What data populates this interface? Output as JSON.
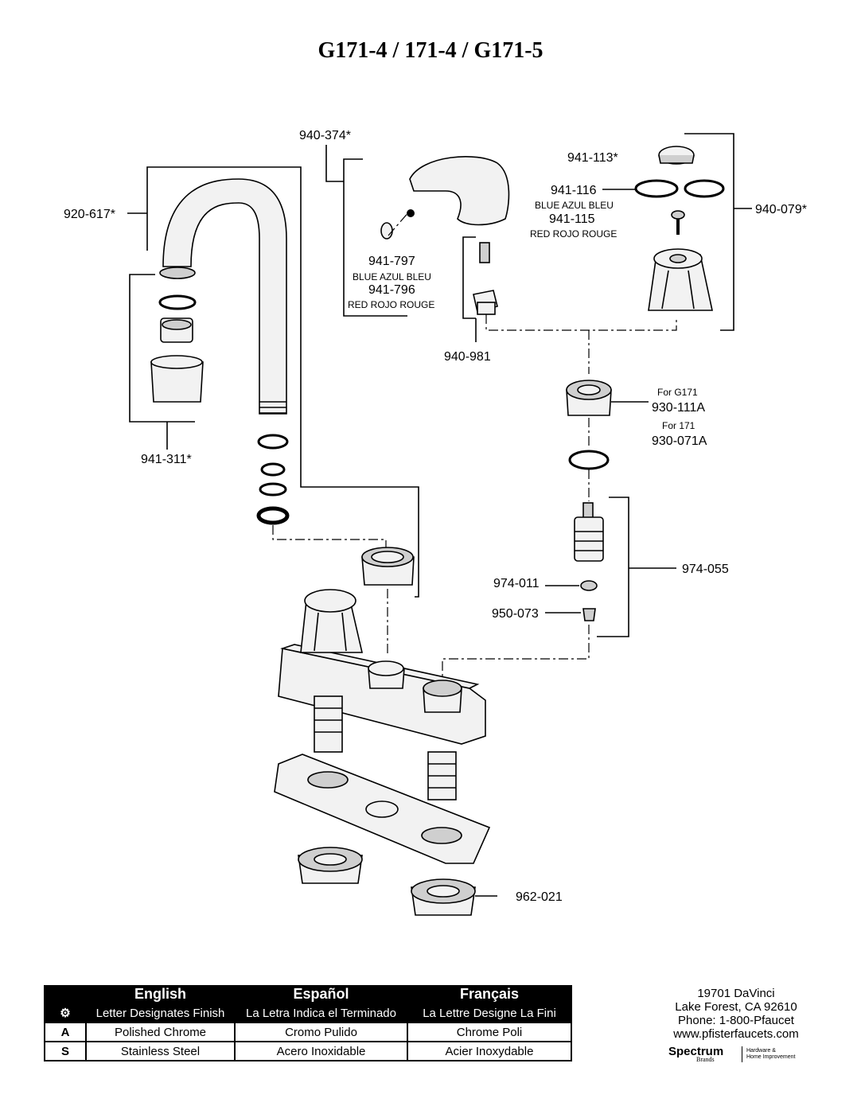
{
  "title": "G171-4 / 171-4 / G171-5",
  "parts": {
    "spout": "920-617*",
    "aerator_kit": "941-311*",
    "lever_handle": "940-374*",
    "button_blue_code": "941-797",
    "button_blue_text": "BLUE AZUL BLEU",
    "button_red_code": "941-796",
    "button_red_text": "RED ROJO ROUGE",
    "adapter": "940-981",
    "cap": "941-113*",
    "ring_blue_code": "941-116",
    "ring_blue_text": "BLUE AZUL BLEU",
    "ring_red_code": "941-115",
    "ring_red_text": "RED ROJO ROUGE",
    "knob_handle": "940-079*",
    "bonnet_g171_note": "For G171",
    "bonnet_g171_code": "930-111A",
    "bonnet_171_note": "For 171",
    "bonnet_171_code": "930-071A",
    "cartridge": "974-055",
    "seat": "974-011",
    "spring": "950-073",
    "locknut": "962-021"
  },
  "finish_table": {
    "lang_en": "English",
    "lang_es": "Español",
    "lang_fr": "Français",
    "code_icon": "gear-icon",
    "sub_en": "Letter Designates Finish",
    "sub_es": "La Letra Indica el Terminado",
    "sub_fr": "La Lettre Designe La Fini",
    "rows": [
      {
        "code": "A",
        "en": "Polished Chrome",
        "es": "Cromo Pulido",
        "fr": "Chrome Poli"
      },
      {
        "code": "S",
        "en": "Stainless Steel",
        "es": "Acero Inoxidable",
        "fr": "Acier Inoxydable"
      }
    ]
  },
  "address": {
    "street": "19701 DaVinci",
    "city": "Lake Forest, CA 92610",
    "phone": "Phone: 1-800-Pfaucet",
    "web": "www.pfisterfaucets.com"
  },
  "brand": {
    "name": "Spectrum",
    "sub": "Brands",
    "tag_line1": "Hardware &",
    "tag_line2": "Home Improvement"
  }
}
